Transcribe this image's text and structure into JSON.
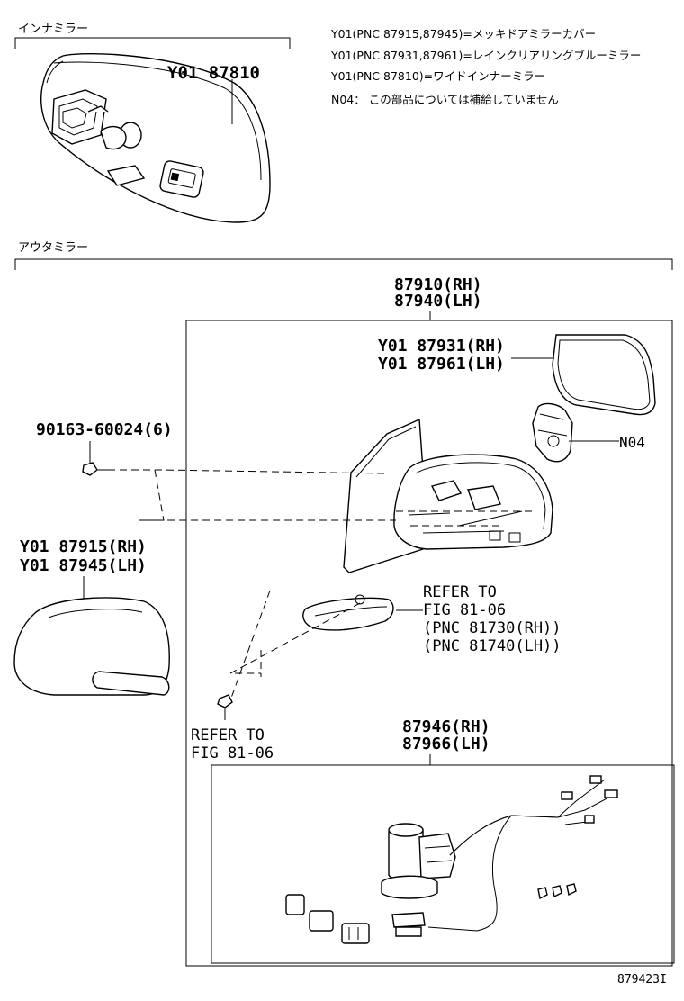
{
  "sections": {
    "inner_mirror": "インナミラー",
    "outer_mirror": "アウタミラー"
  },
  "notes": [
    "Y01(PNC 87915,87945)=メッキドアミラーカバー",
    "Y01(PNC 87931,87961)=レインクリアリングブルーミラー",
    "Y01(PNC 87810)=ワイドインナーミラー",
    "N04： この部品については補給していません"
  ],
  "callouts": {
    "inner_mirror_part": "Y01 87810",
    "assy_rh": "87910(RH)",
    "assy_lh": "87940(LH)",
    "glass_rh": "Y01 87931(RH)",
    "glass_lh": "Y01 87961(LH)",
    "screw": "90163-60024(6)",
    "n04": "N04",
    "cover_rh": "Y01 87915(RH)",
    "cover_lh": "Y01 87945(LH)",
    "refer1_l1": "REFER TO",
    "refer1_l2": "FIG 81-06",
    "refer1_l3": "(PNC 81730(RH))",
    "refer1_l4": "(PNC 81740(LH))",
    "refer2_l1": "REFER TO",
    "refer2_l2": "FIG 81-06",
    "motor_rh": "87946(RH)",
    "motor_lh": "87966(LH)"
  },
  "figure_id": "879423I"
}
